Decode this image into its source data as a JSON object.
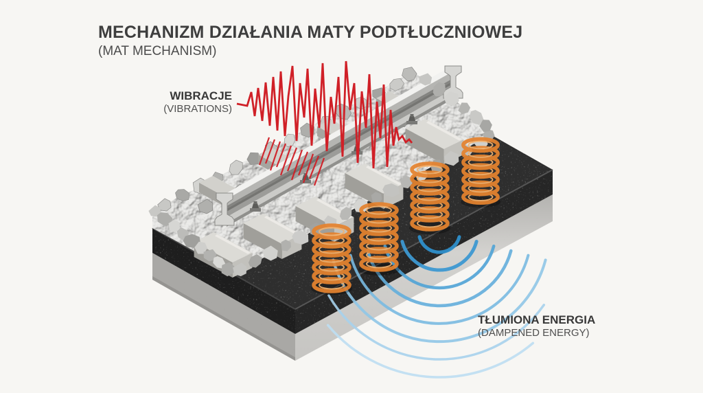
{
  "title": {
    "line1": "MECHANIZM DZIAŁANIA MATY PODTŁUCZNIOWEJ",
    "line2": "(MAT MECHANISM)"
  },
  "callouts": {
    "vibrations": {
      "label": "WIBRACJE",
      "sublabel": "(VIBRATIONS)"
    },
    "dampened_energy": {
      "label": "TŁUMIONA ENERGIA",
      "sublabel": "(DAMPENED ENERGY)"
    }
  },
  "scene": {
    "spring_count": 4,
    "energy_arc_count": 8
  },
  "colors": {
    "background": "#f7f6f3",
    "ink": "#3e3e3e",
    "vibration_red": "#d02027",
    "spring_orange": "#e5832f",
    "spring_orange_light": "#f4b26d",
    "energy_blue": "#4aa0d4",
    "mat_black": "#272727",
    "ballast_gray": "#b7b6b2",
    "base_gray": "#cdccc9"
  }
}
